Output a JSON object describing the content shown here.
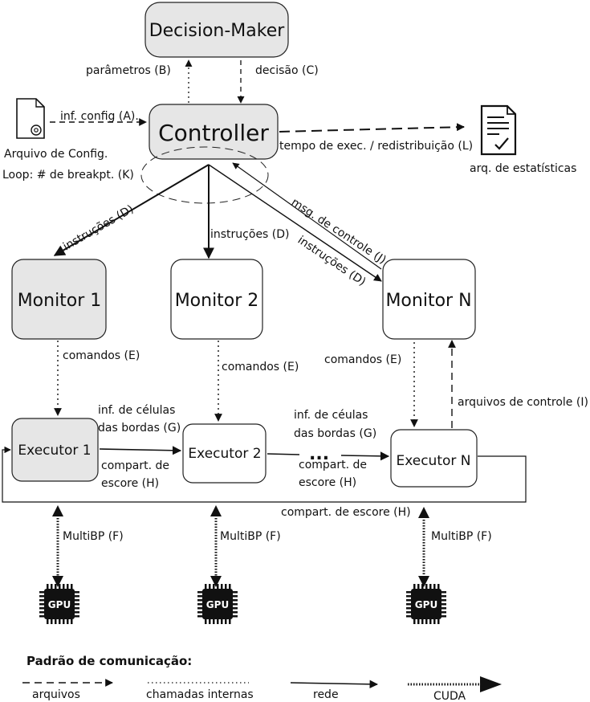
{
  "nodes": {
    "decision_maker": "Decision-Maker",
    "controller": "Controller",
    "monitor1": "Monitor 1",
    "monitor2": "Monitor 2",
    "monitorN": "Monitor N",
    "executor1": "Executor 1",
    "executor2": "Executor 2",
    "executorN": "Executor N",
    "gpu": "GPU"
  },
  "labels": {
    "parametros": "parâmetros (B)",
    "decisao": "decisão (C)",
    "inf_config": "inf. config  (A).",
    "arquivo_config": "Arquivo de Config.",
    "loop": "Loop: # de breakpt. (K)",
    "tempo_exec": "tempo de exec. / redistribuição (L)",
    "arq_estatisticas": "arq. de estatísticas",
    "instrucoes_d": "instruções (D)",
    "msg_controle": "msg. de controle  (J)",
    "comandos_e": "comandos (E)",
    "arquivos_controle": "arquivos de controle (I)",
    "inf_celulas_1": "inf. de células",
    "das_bordas_1": "das bordas (G)",
    "inf_celulas_2": "inf. de céulas",
    "das_bordas_2": "das bordas  (G)",
    "compart_escore_line1": "compart. de",
    "compart_escore_line2": "escore (H)",
    "compart_escore_full": "compart. de escore (H)",
    "multibp": "MultiBP (F)",
    "dots": "..."
  },
  "legend": {
    "title": "Padrão de comunicação:",
    "arquivos": "arquivos",
    "chamadas": "chamadas internas",
    "rede": "rede",
    "cuda": "CUDA"
  }
}
